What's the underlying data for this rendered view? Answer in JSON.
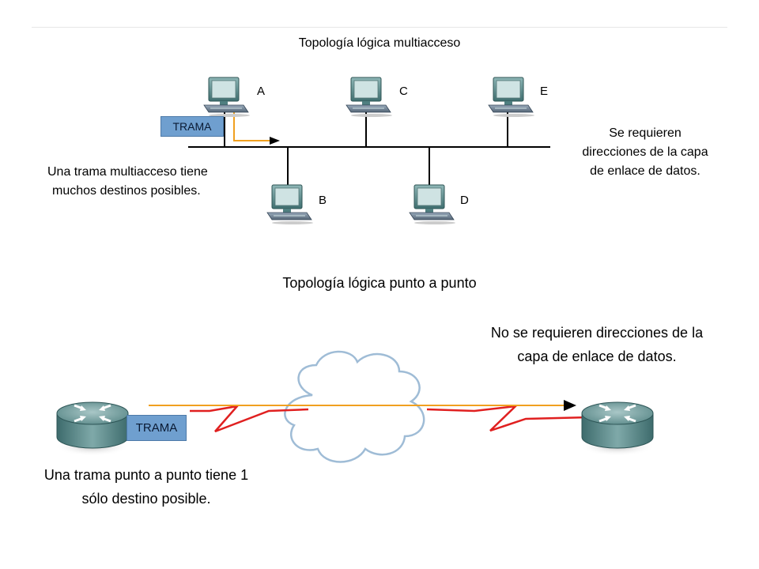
{
  "multiaccess": {
    "title": "Topología lógica multiacceso",
    "frame_label": "TRAMA",
    "left_note": [
      "Una trama multiacceso tiene",
      "muchos destinos posibles."
    ],
    "right_note": [
      "Se requieren",
      "direcciones de la capa",
      "de enlace de datos."
    ],
    "nodes": [
      "A",
      "B",
      "C",
      "D",
      "E"
    ]
  },
  "point_to_point": {
    "title": "Topología lógica punto a punto",
    "frame_label": "TRAMA",
    "left_note": [
      "Una trama punto a punto tiene 1",
      "sólo destino posible."
    ],
    "right_note": [
      "No se requieren direcciones de la",
      "capa de enlace de datos."
    ]
  },
  "colors": {
    "bus": "#000000",
    "frame_path": "#f0a020",
    "serial_link": "#e02020",
    "frame_box": "#6f9fcf",
    "router": "#5f8f8f",
    "pc": "#5f8f8f"
  },
  "icons": [
    "workstation-icon",
    "router-icon",
    "cloud-icon",
    "serial-link-icon",
    "arrow-icon"
  ]
}
